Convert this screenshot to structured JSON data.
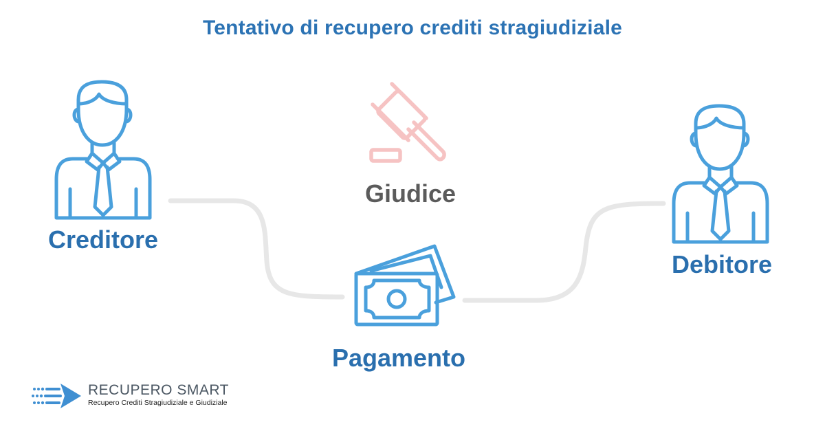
{
  "title": "Tentativo di recupero crediti stragiudiziale",
  "nodes": {
    "creditore": "Creditore",
    "giudice": "Giudice",
    "pagamento": "Pagamento",
    "debitore": "Debitore"
  },
  "icons": {
    "creditore": "businessman-icon",
    "debitore": "businessman-icon",
    "giudice": "gavel-icon",
    "pagamento": "banknotes-icon"
  },
  "brand": {
    "name": "RECUPERO SMART",
    "tagline": "Recupero Crediti Stragiudiziale e Giudiziale"
  },
  "colors": {
    "title": "#2c73b4",
    "label": "#2a6fae",
    "icon": "#4aa0dc",
    "gavel": "#f6c3c3",
    "giudice_label": "#5b5b5b",
    "connector": "#e7e7e7"
  }
}
